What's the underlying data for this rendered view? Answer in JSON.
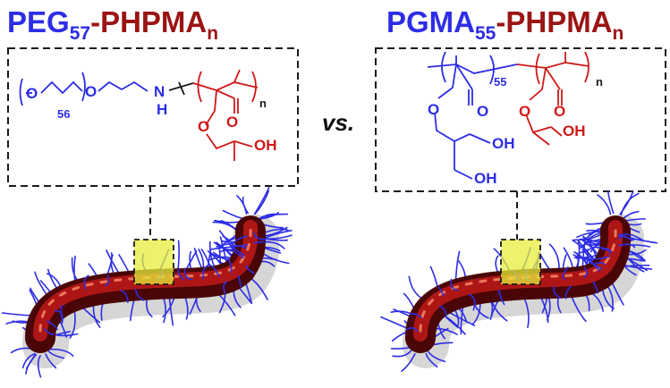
{
  "titles": {
    "left": {
      "block1": "PEG",
      "block1_dp": "57",
      "dash": "-",
      "block2": "PHPMA",
      "block2_dp": "n"
    },
    "right": {
      "block1": "PGMA",
      "block1_dp": "55",
      "dash": "-",
      "block2": "PHPMA",
      "block2_dp": "n"
    }
  },
  "comparison_label": "vs.",
  "left_structure": {
    "peg_oxygen_1": "O",
    "peg_oxygen_2": "O",
    "peg_repeat": "56",
    "amine_n": "N",
    "amine_h": "H",
    "hpma_oxygen_ester": "O",
    "hpma_oxygen_carbonyl": "O",
    "hpma_hydroxyl": "OH",
    "hpma_repeat": "n"
  },
  "right_structure": {
    "pgma_repeat": "55",
    "pgma_oxygen_ester": "O",
    "pgma_oxygen_carbonyl": "O",
    "pgma_hydroxyl_1": "OH",
    "pgma_hydroxyl_2": "OH",
    "hpma_oxygen_ester": "O",
    "hpma_oxygen_carbonyl": "O",
    "hpma_hydroxyl": "OH",
    "hpma_repeat": "n"
  },
  "colors": {
    "stabilizer_blue": "#2d2de6",
    "core_red": "#d01818",
    "title_red": "#9b1414",
    "bond_black": "#1a1a1a",
    "highlight_yellow": "#e6ee3a"
  }
}
